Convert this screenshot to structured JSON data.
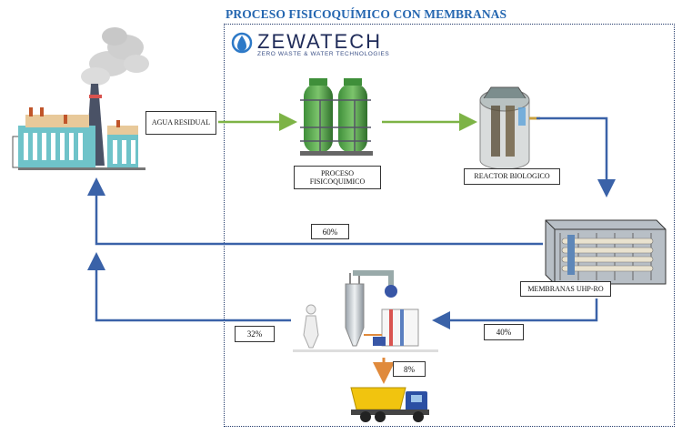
{
  "title": "PROCESO FISICOQUÍMICO CON MEMBRANAS",
  "logo": {
    "name": "ZEWATECH",
    "tagline": "ZERO WASTE & WATER TECHNOLOGIES"
  },
  "stages": {
    "agua_residual": "AGUA RESIDUAL",
    "proceso_fisicoquimico": "PROCESO FISICOQUIMICO",
    "reactor_biologico": "REACTOR BIOLOGICO",
    "membranas": "MEMBRANAS UHP-RO"
  },
  "percentages": {
    "recovery_membranes": "60%",
    "reject_membranes": "40%",
    "recovery_evaporator": "32%",
    "solid_waste": "8%"
  },
  "colors": {
    "green_flow": "#7db346",
    "blue_flow": "#3a62a8",
    "orange_flow": "#e08a3c",
    "title_blue": "#2466b0"
  },
  "icons": [
    "factory-icon",
    "filter-tanks-icon",
    "bioreactor-icon",
    "membrane-container-icon",
    "evaporator-icon",
    "dump-truck-icon",
    "water-drop-logo-icon"
  ]
}
